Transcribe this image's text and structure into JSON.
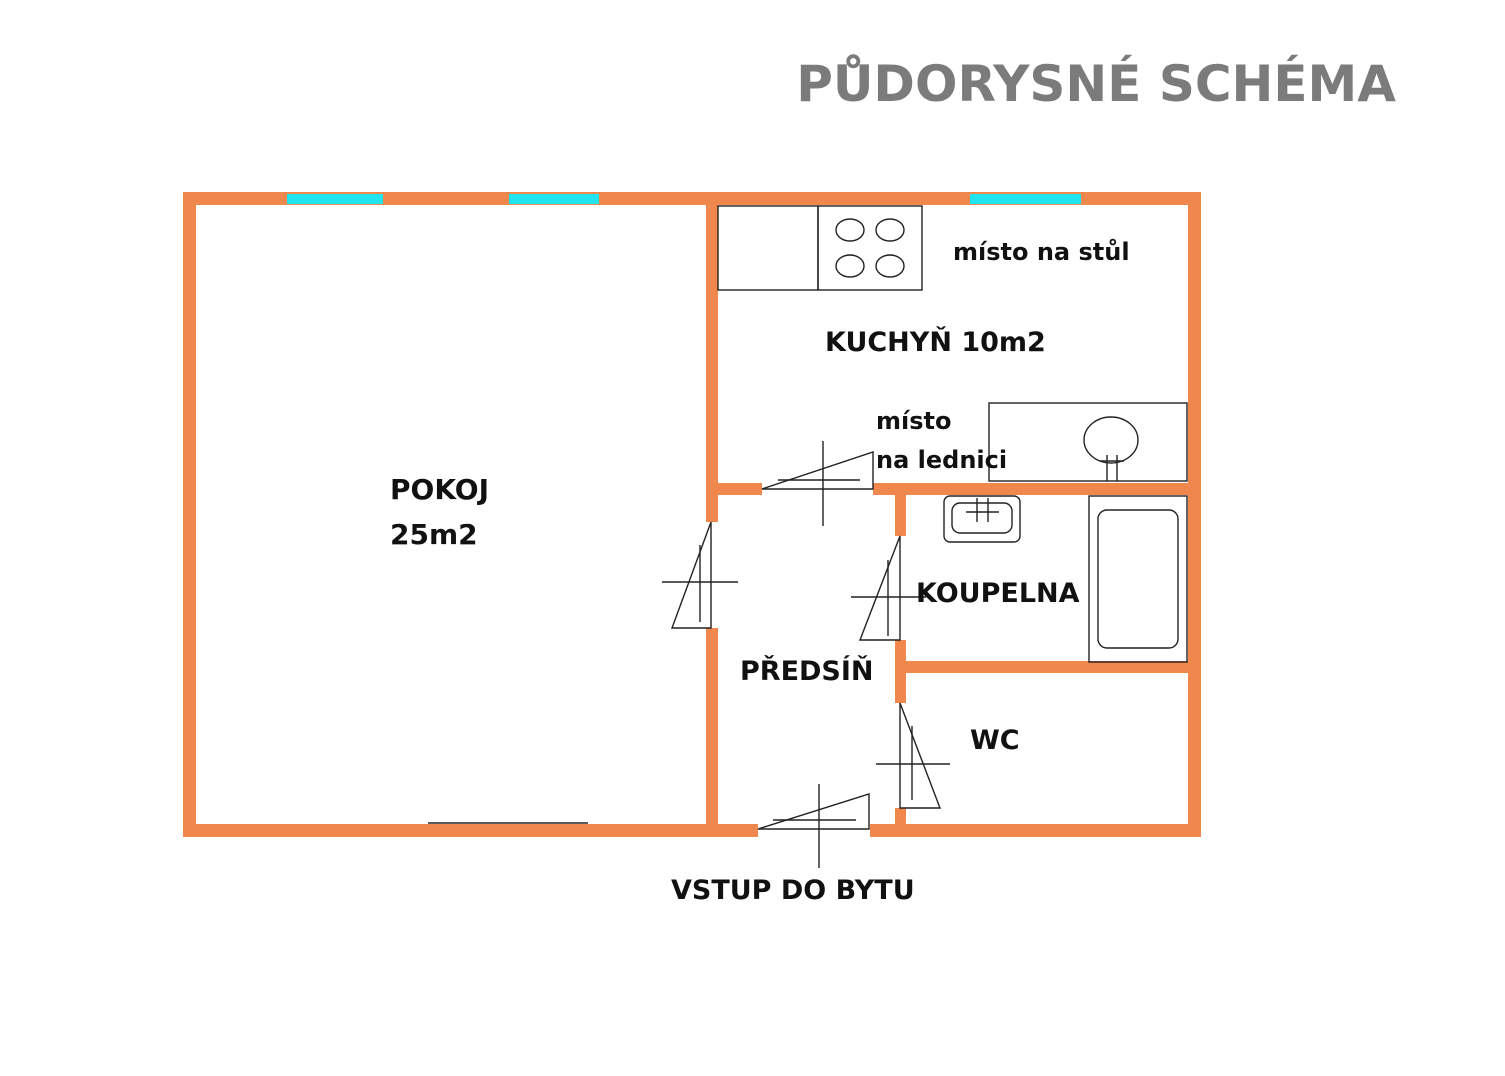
{
  "title": "PŮDORYSNÉ SCHÉMA",
  "rooms": {
    "pokoj_name": "POKOJ",
    "pokoj_area": "25m2",
    "kuchyn": "KUCHYŇ 10m2",
    "misto_stul": "místo na stůl",
    "misto_lednice_1": "místo",
    "misto_lednice_2": "na lednici",
    "koupelna": "KOUPELNA",
    "predsin": "PŘEDSÍŇ",
    "wc": "WC",
    "vstup": "VSTUP DO BYTU"
  },
  "colors": {
    "wall": "#f0874c",
    "window": "#22e4ee",
    "title": "#7b7b7b",
    "line": "#222222"
  }
}
